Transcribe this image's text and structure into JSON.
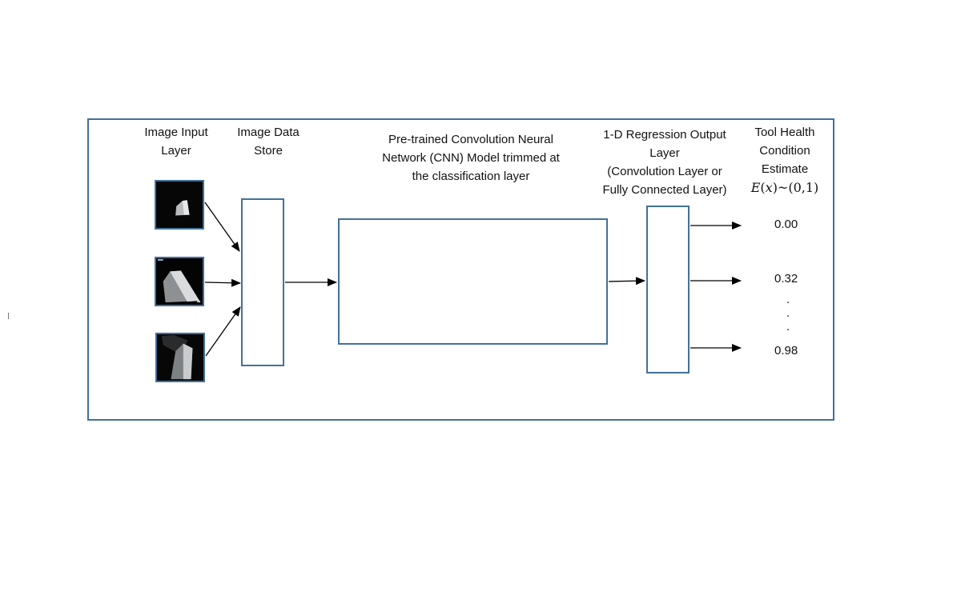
{
  "labels": {
    "image_input": [
      "Image Input",
      "Layer"
    ],
    "image_store": [
      "Image Data",
      "Store"
    ],
    "cnn": [
      "Pre-trained Convolution Neural",
      "Network (CNN) Model trimmed at",
      "the classification layer"
    ],
    "regression": [
      "1-D Regression Output",
      "Layer",
      "(Convolution Layer or",
      "Fully Connected Layer)"
    ],
    "tool_health": [
      "Tool Health",
      "Condition",
      "Estimate"
    ]
  },
  "formula": {
    "func": "E",
    "var": "x",
    "rest": "~(0,1)"
  },
  "outputs": [
    "0.00",
    "0.32",
    "0.98"
  ],
  "ellipsis": [
    ".",
    ".",
    "."
  ],
  "colors": {
    "box_border": "#41719c",
    "arrow": "#000000",
    "thumb_bg": "#050505"
  },
  "icons": [
    "tool-image-1",
    "tool-image-2",
    "tool-image-3"
  ]
}
